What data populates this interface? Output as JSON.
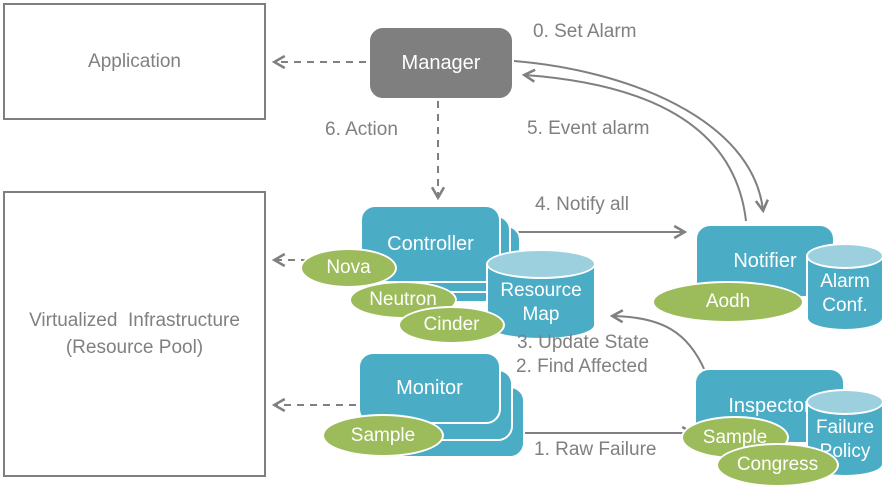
{
  "colors": {
    "teal": "#4bacc6",
    "teal_light": "#9dd0df",
    "green": "#9cbb5a",
    "gray_fill": "#7f7f7f",
    "text_gray": "#808080",
    "line_gray": "#808080"
  },
  "diagram": {
    "boxes": {
      "application": "Application",
      "infrastructure": "Virtualized  Infrastructure\n(Resource Pool)"
    },
    "nodes": {
      "manager": "Manager",
      "controller": "Controller",
      "monitor": "Monitor",
      "notifier": "Notifier",
      "inspector": "Inspector"
    },
    "cylinders": {
      "resource_map": {
        "line1": "Resource",
        "line2": "Map"
      },
      "alarm_conf": {
        "line1": "Alarm",
        "line2": "Conf."
      },
      "failure_policy": {
        "line1": "Failure",
        "line2": "Policy"
      }
    },
    "ellipses": {
      "nova": "Nova",
      "neutron": "Neutron",
      "cinder": "Cinder",
      "aodh": "Aodh",
      "sample_monitor": "Sample",
      "sample_inspector": "Sample",
      "congress": "Congress"
    },
    "labels": {
      "set_alarm": "0. Set Alarm",
      "event_alarm": "5. Event alarm",
      "action": "6. Action",
      "notify_all": "4. Notify all",
      "update_state": "3. Update State",
      "find_affected": "2. Find Affected",
      "raw_failure": "1. Raw Failure"
    }
  }
}
